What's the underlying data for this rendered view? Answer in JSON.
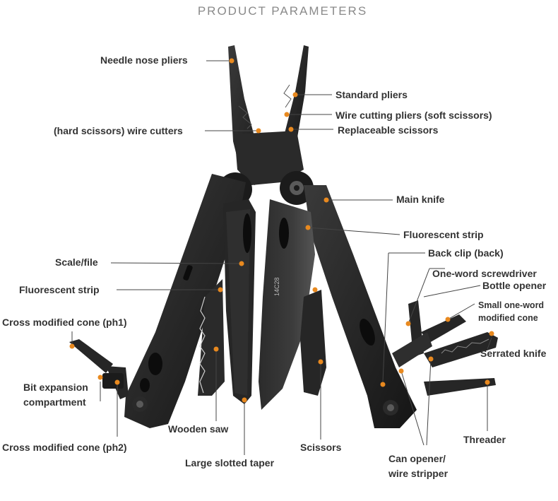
{
  "header": {
    "title": "PRODUCT PARAMETERS"
  },
  "labels": {
    "needle_nose_pliers": "Needle nose pliers",
    "standard_pliers": "Standard pliers",
    "wire_cutting_pliers": "Wire cutting pliers (soft scissors)",
    "hard_scissors_wire_cutters": "(hard scissors) wire cutters",
    "replaceable_scissors": "Replaceable scissors",
    "main_knife": "Main knife",
    "fluorescent_strip_right": "Fluorescent strip",
    "back_clip": "Back clip (back)",
    "scale_file": "Scale/file",
    "one_word_screwdriver": "One-word screwdriver",
    "bottle_opener": "Bottle opener",
    "fluorescent_strip_left": "Fluorescent strip",
    "small_one_word_line1": "Small one-word",
    "small_one_word_line2": "modified cone",
    "cross_cone_ph1": "Cross modified cone (ph1)",
    "serrated_knife": "Serrated knife",
    "bit_expansion_line1": "Bit expansion",
    "bit_expansion_line2": "compartment",
    "wooden_saw": "Wooden saw",
    "threader": "Threader",
    "cross_cone_ph2": "Cross modified cone (ph2)",
    "scissors": "Scissors",
    "can_opener_line1": "Can opener/",
    "can_opener_line2": "wire stripper",
    "large_slotted_taper": "Large slotted taper"
  },
  "blade_marking": "14C28",
  "colors": {
    "marker": "#e8891f",
    "label": "#333333",
    "title": "#8a8a8a",
    "tool_body": "#1d1d1d"
  }
}
